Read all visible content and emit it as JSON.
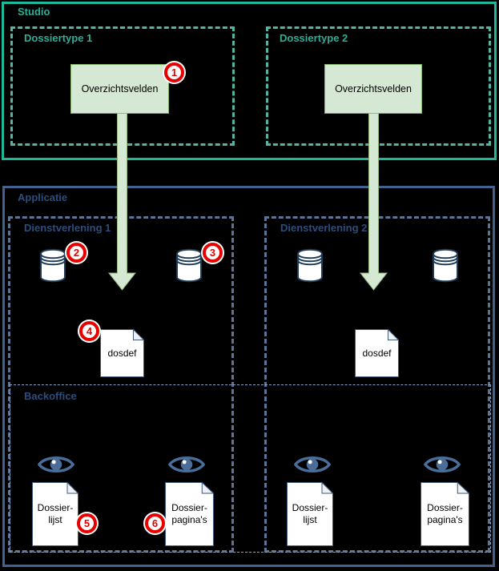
{
  "diagram": {
    "studio": {
      "label": "Studio",
      "dossiertype1": {
        "label": "Dossiertype 1",
        "box_label": "Overzichtsvelden"
      },
      "dossiertype2": {
        "label": "Dossiertype 2",
        "box_label": "Overzichtsvelden"
      }
    },
    "applicatie": {
      "label": "Applicatie",
      "backoffice": {
        "label": "Backoffice"
      },
      "dienstverlening1": {
        "label": "Dienstverlening 1",
        "dosdef_label": "dosdef",
        "dossier_lijst": {
          "line1": "Dossier-",
          "line2": "lijst"
        },
        "dossier_paginas": {
          "line1": "Dossier-",
          "line2": "pagina's"
        }
      },
      "dienstverlening2": {
        "label": "Dienstverlening 2",
        "dosdef_label": "dosdef",
        "dossier_lijst": {
          "line1": "Dossier-",
          "line2": "lijst"
        },
        "dossier_paginas": {
          "line1": "Dossier-",
          "line2": "pagina's"
        }
      }
    },
    "badges": {
      "b1": "1",
      "b2": "2",
      "b3": "3",
      "b4": "4",
      "b5": "5",
      "b6": "6"
    },
    "icons": {
      "database": "database-icon",
      "eye": "eye-icon",
      "document": "document-icon",
      "down_arrow": "down-arrow-icon"
    },
    "colors": {
      "background": "#000000",
      "studio_border": "#1fb89b",
      "studio_dashed": "#55b3a1",
      "studio_text": "#2fae97",
      "applicatie_border": "#41618e",
      "applicatie_dashed": "#5d7496",
      "applicatie_text": "#2d4d7c",
      "thin_dashed": "#8aa4ca",
      "green_fill": "#d5e8d4",
      "green_stroke": "#82b366",
      "arrow_stroke": "#97b87c",
      "badge_red": "#e60000",
      "icon_navy": "#1f3b57",
      "icon_slate": "#4a6d99",
      "doc_stroke": "#3f5a7d"
    }
  }
}
